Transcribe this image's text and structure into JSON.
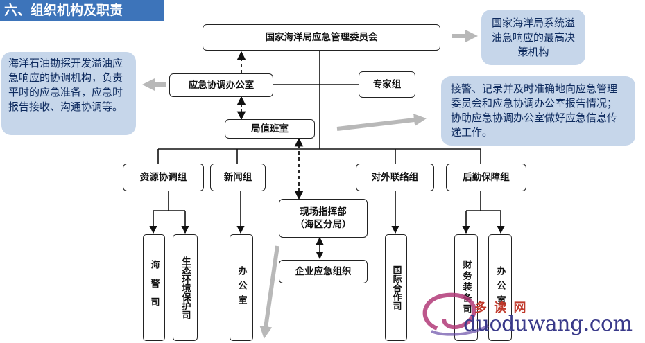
{
  "header": {
    "title": "六、组织机构及职责"
  },
  "nodes": {
    "committee": "国家海洋局应急管理委员会",
    "coord_office": "应急协调办公室",
    "experts": "专家组",
    "duty_room": "局值班室",
    "resource_group": "资源协调组",
    "news_group": "新闻组",
    "field_command_line1": "现场指挥部",
    "field_command_line2": "（海区分局）",
    "liaison_group": "对外联络组",
    "logistics_group": "后勤保障组",
    "coast_guard": "海警司",
    "eco_dept": "生态环境保护司",
    "office_news": "办公室",
    "enterprise": "企业应急组织",
    "intl_coop": "国际合作司",
    "finance_equip": "财务装备司",
    "office_logistics": "办公室"
  },
  "notes": {
    "top_right": "国家海洋局系统溢油急响应的最高决策机构",
    "left": "海洋石油勘探开发溢油应急响应的协调机构，负责平时的应急准备，应急时报告接收、沟通协调等。",
    "right": "接警、记录并及时准确地向应急管理委员会和应急协调办公室报告情况；协助应急协调办公室做好应急信息传递工作。"
  },
  "watermark": {
    "cn": "多 读 网",
    "url": "duoduwang.com"
  },
  "colors": {
    "banner": "#3d74ba",
    "note_bg": "#c6d6ea",
    "note_text": "#0d2a5e",
    "arrow_gray": "#b8b8b8"
  }
}
